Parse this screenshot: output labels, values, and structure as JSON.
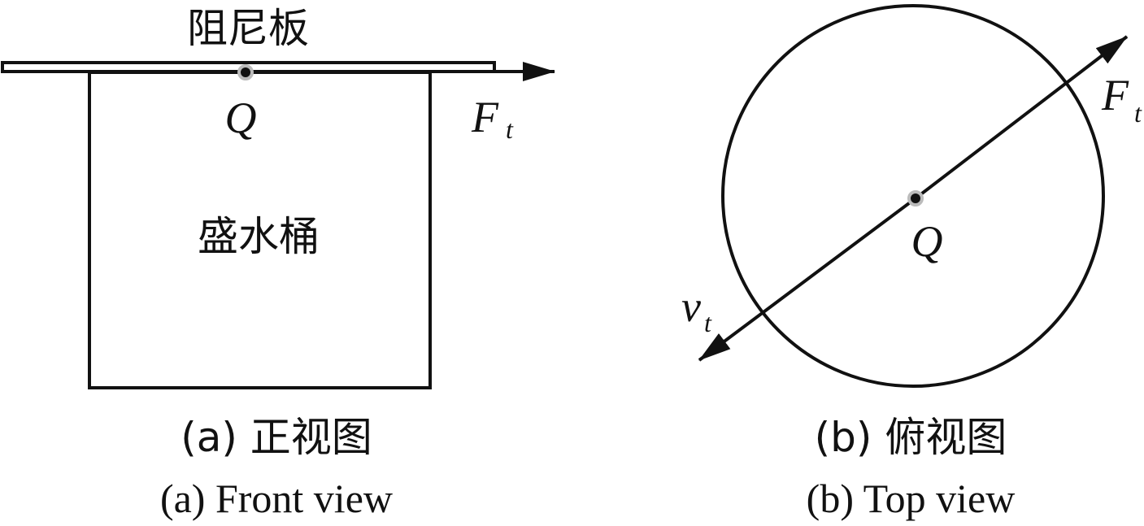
{
  "front": {
    "plate_label": "阻尼板",
    "bucket_label": "盛水桶",
    "point_label": "Q",
    "force_label": "F",
    "force_sub": "t",
    "caption_cn": "(a)  正视图",
    "caption_en": "(a)  Front view"
  },
  "top": {
    "point_label": "Q",
    "force_label": "F",
    "force_sub": "t",
    "velocity_label": "v",
    "velocity_sub": "t",
    "caption_cn": "(b)  俯视图",
    "caption_en": "(b)  Top view"
  },
  "colors": {
    "stroke": "#111111",
    "dot_ring": "#bbbbbb"
  }
}
